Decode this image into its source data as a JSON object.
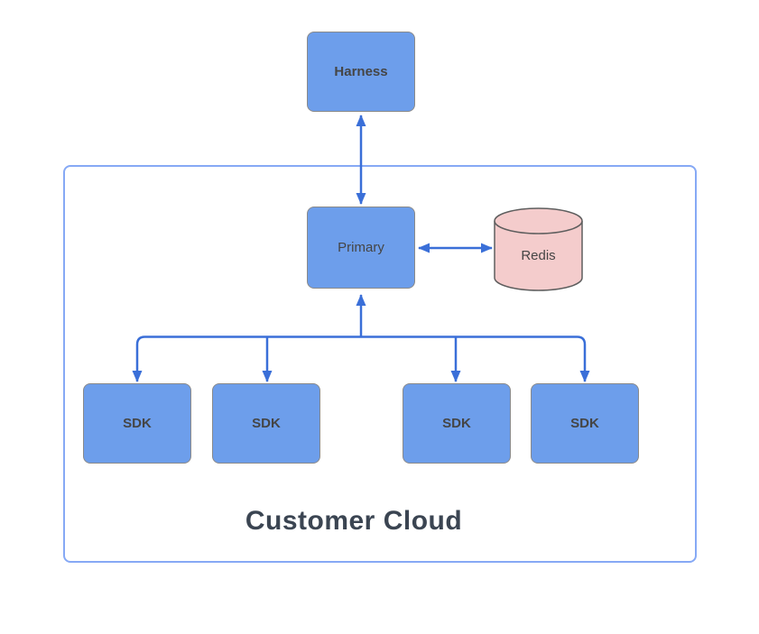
{
  "diagram": {
    "nodes": {
      "harness": {
        "label": "Harness",
        "shape": "rounded-rectangle",
        "fill": "#6d9eeb"
      },
      "primary": {
        "label": "Primary",
        "shape": "rounded-rectangle",
        "fill": "#6d9eeb"
      },
      "redis": {
        "label": "Redis",
        "shape": "cylinder",
        "fill": "#f4cccc"
      },
      "sdks": [
        {
          "label": "SDK"
        },
        {
          "label": "SDK"
        },
        {
          "label": "SDK"
        },
        {
          "label": "SDK"
        }
      ]
    },
    "container": {
      "label": "Customer Cloud"
    },
    "edges": [
      {
        "from": "Harness",
        "to": "Primary",
        "direction": "bidirectional"
      },
      {
        "from": "Primary",
        "to": "Redis",
        "direction": "bidirectional"
      },
      {
        "from": "Primary",
        "to": "SDK x4",
        "direction": "fan-out",
        "arrowheads": "into Primary and into each SDK"
      }
    ],
    "colors": {
      "node_fill": "#6d9eeb",
      "node_border": "#8a8a8a",
      "node_label": "#454545",
      "cylinder_fill": "#f4cccc",
      "cylinder_border": "#5e5e5e",
      "arrow": "#3a6fd8",
      "container_border": "#86a9f5",
      "container_label": "#3b4552"
    }
  }
}
